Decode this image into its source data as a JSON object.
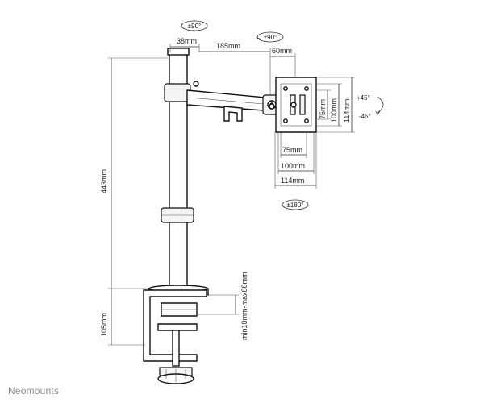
{
  "brand": "Neomounts",
  "rotations": {
    "arm_swivel": "±90°",
    "head_swivel": "±90°",
    "tilt_up": "+45°",
    "tilt_down": "-45°",
    "rotate": "±180°"
  },
  "dimensions": {
    "pole_width": "38mm",
    "arm_length": "185mm",
    "head_depth": "60mm",
    "height": "443mm",
    "clamp_height": "105mm",
    "desk_thickness": "min10mm-max88mm",
    "vesa_75_h": "75mm",
    "vesa_100_h": "100mm",
    "vesa_114_h": "114mm",
    "vesa_75_w": "75mm",
    "vesa_100_w": "100mm",
    "vesa_114_w": "114mm"
  }
}
